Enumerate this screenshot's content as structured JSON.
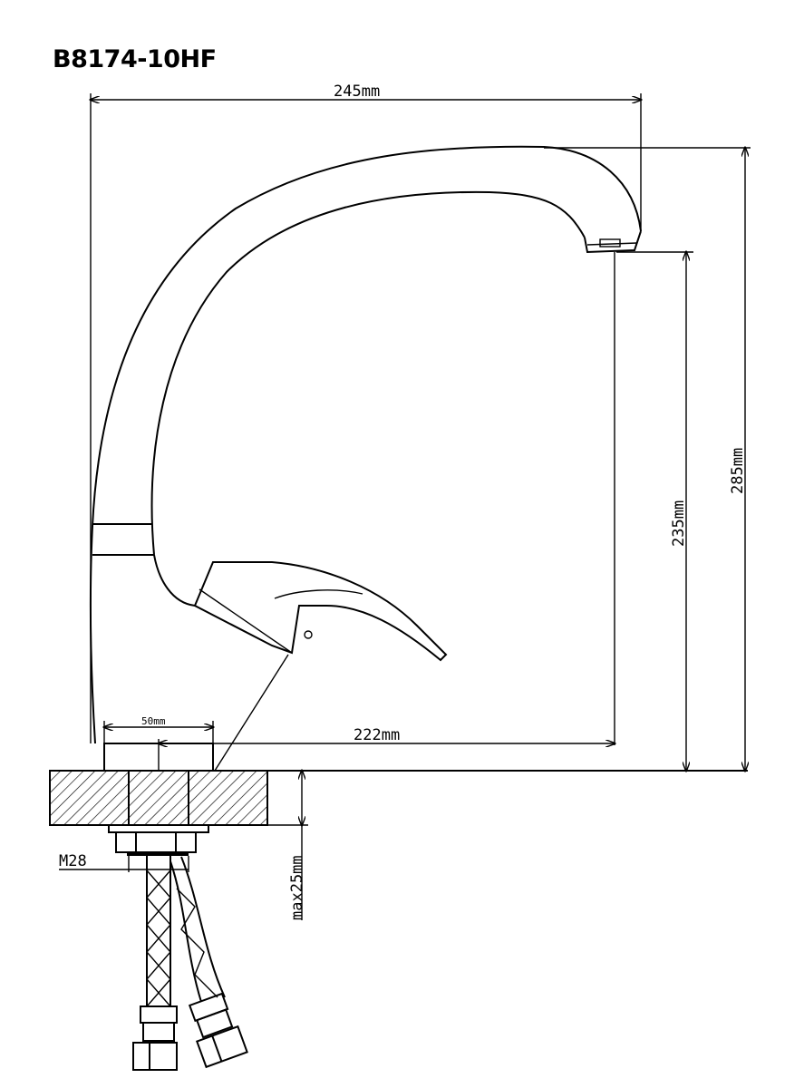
{
  "title": "B8174-10HF",
  "dimensions": {
    "overall_width": "245mm",
    "overall_height": "285mm",
    "spout_height": "235mm",
    "spout_reach": "222mm",
    "base_diameter": "50mm",
    "thread": "M28",
    "max_counter_thickness": "max25mm"
  },
  "colors": {
    "line": "#000000",
    "background": "#ffffff"
  }
}
